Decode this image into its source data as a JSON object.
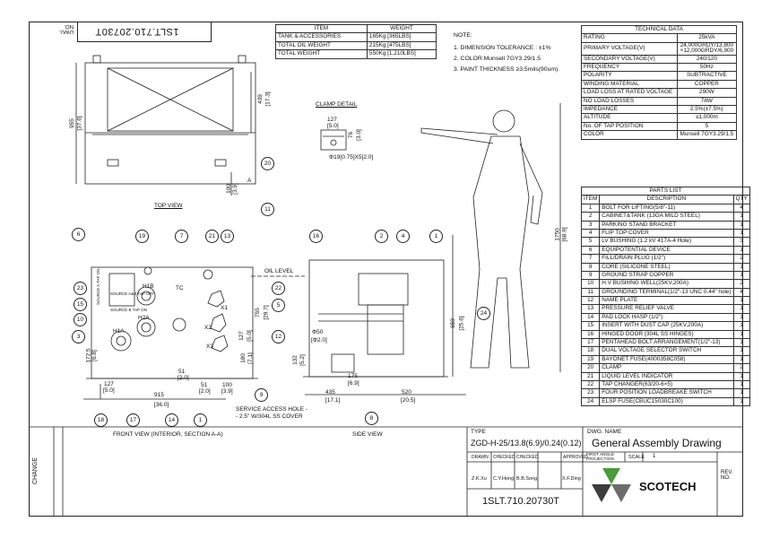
{
  "drawing_number": "1SLT.710.20730T",
  "dwg_no_label": "DWG. NO.",
  "weights": {
    "headers": [
      "ITEM",
      "WEIGHT"
    ],
    "rows": [
      [
        "TANK & ACCESSORIES",
        "165Kg [365LBS]"
      ],
      [
        "TOTAL OIL WEIGHT",
        "215Kg [475LBS]"
      ],
      [
        "TOTAL WEIGHT",
        "550Kg [1,210LBS]"
      ]
    ]
  },
  "notes": {
    "title": "NOTE:",
    "items": [
      "1. DIMENSION TOLERANCE : ±1%",
      "2. COLOR:Munsell 7GY3.29/1.5",
      "3. PAINT THICKNESS  ≥3.5mils(90um)."
    ]
  },
  "technical": {
    "title": "TECHNICAL DATA",
    "rows": [
      [
        "RATING",
        "25kVA"
      ],
      [
        "PRIMARY VOLTAGE(V)",
        "24,000GRDY/13,800\n×12,000GRDY/6,900"
      ],
      [
        "SECONDARY VOLTAGE(V)",
        "240/120"
      ],
      [
        "FREQUENCY",
        "50Hz"
      ],
      [
        "POLARITY",
        "SUBTRACTIVE"
      ],
      [
        "WINDING MATERIAL",
        "COPPER"
      ],
      [
        "LOAD LOSS AT RATED VOLTAGE",
        "290W"
      ],
      [
        "NO LOAD LOSSES",
        "78W"
      ],
      [
        "IMPEDANCE",
        "2.5%(±7.5%)"
      ],
      [
        "ALTITUDE",
        "≤1,000m"
      ],
      [
        "No. OF TAP POSITION",
        "5"
      ],
      [
        "COLOR",
        "Munsell 7GY3.29/1.5"
      ]
    ]
  },
  "parts": {
    "title": "PARTS LIST",
    "headers": [
      "ITEM",
      "DESCRIPTION",
      "QTY"
    ],
    "rows": [
      [
        "1",
        "BOLT FOR LIFTING(5/8\"-11)",
        "4"
      ],
      [
        "2",
        "CABINET&TANK (13GA MILD STEEL)",
        "1"
      ],
      [
        "3",
        "PARKING STAND BRACKET",
        "1"
      ],
      [
        "4",
        "FLIP TOP COVER",
        "1"
      ],
      [
        "5",
        "LV BUSHING (1.2 kV  417A-4 Hole)",
        "3"
      ],
      [
        "6",
        "EQUIPOTENTIAL DEVICE",
        "1"
      ],
      [
        "7",
        "FILL/DRAIN PLUG (1/2\")",
        "2"
      ],
      [
        "8",
        "CORE (SILICONE STEEL)",
        "1"
      ],
      [
        "9",
        "GROUND STRAP COPPER",
        "1"
      ],
      [
        "10",
        "H.V BUSHING WELL(25KV,200A)",
        "2"
      ],
      [
        "11",
        "GROUNDING TERMINAL(1/2\"-13 UNC 0.44\" hole)",
        "4"
      ],
      [
        "12",
        "NAME PLATE",
        "1"
      ],
      [
        "13",
        "PRESSURE RELIEF VALVE",
        "1"
      ],
      [
        "14",
        "PAD LOCK HASP (1/2\")",
        "1"
      ],
      [
        "15",
        "INSERT WITH DUST CAP (25KV,200A)",
        "1"
      ],
      [
        "16",
        "HINGED DOOR (304L SS HINGES)",
        "1"
      ],
      [
        "17",
        "PENTAHEAD BOLT ARRANGEMENT(1/2\"-13)",
        "1"
      ],
      [
        "18",
        "DUAL VOLTAGE SELECTOR SWITCH",
        "1"
      ],
      [
        "19",
        "BAYONET FUSE(4000358C058)",
        "1"
      ],
      [
        "20",
        "CLAMP",
        "2"
      ],
      [
        "21",
        "LIQUID LEVEL INDICATOR",
        "1"
      ],
      [
        "22",
        "TAP CHANGER(63/20-6×5)",
        "1"
      ],
      [
        "23",
        "FOUR POSITION LOADBREAKE SWITCH",
        "1"
      ],
      [
        "24",
        "ELSP FUSE(CBUC15030C100)",
        "1"
      ]
    ]
  },
  "title_block": {
    "type_label": "TYPE",
    "type_value": "ZGD-H-25/13.8(6.9)/0.24(0.12)",
    "dwg_name_label": "DWG. NAME",
    "dwg_name": "General Assembly Drawing",
    "drawn": "DRAWN",
    "checked1": "CHECKED",
    "checked2": "CHECKED",
    "approved": "APPROVED",
    "drawn_by": "Z.K.Xu",
    "checked_by1": "C.Y.Hong",
    "checked_by2": "B.B.Song",
    "approved_by": "X.F.Ding",
    "projection": "FIRST ANGLE PROJECTION",
    "scale_label": "SCALE",
    "scale_value": "1",
    "rev_label": "REV. NO.",
    "change_label": "CHANGE",
    "logo_text": "SCOTECH"
  },
  "views": {
    "top": "TOP VIEW",
    "front": "FRONT VIEW (INTERIOR, SECTION A-A)",
    "side": "SIDE VIEW",
    "clamp": "CLAMP DETAIL",
    "oil_level": "OIL LEVEL",
    "service_hole": "SERVICE ACCESS HOLE -",
    "service_hole2": "- 2.5\" W/304L SS COVER"
  },
  "dims": {
    "d955": "955",
    "d376": "[37.6]",
    "d439": "439",
    "d173": "[17.3]",
    "d100": "100",
    "d39": "[3.9]",
    "d127": "127",
    "d50": "[5.0]",
    "d76": "76",
    "d30": "[3.0]",
    "d19": "Φ19[0.75]X5[2.0]",
    "d915": "915",
    "d360": "[36.0]",
    "d435": "435",
    "d171": "[17.1]",
    "d520": "520",
    "d205": "[20.5]",
    "d175": "175",
    "d69": "[6.9]",
    "d1750": "1750",
    "d689": "[68.9]",
    "d650": "650",
    "d256": "[25.6]",
    "d755": "755",
    "d297": "[29.7]",
    "d127b": "127",
    "d50b": "[5.0]",
    "d180": "180",
    "d71": "[7.1]",
    "d172": "172.5",
    "d68": "[6.8]",
    "d51": "51",
    "d20": "[2.0]",
    "d51b": "51",
    "d20b": "[2.0]",
    "d100b": "100",
    "d39b": "[3.9]",
    "d127c": "127",
    "d50c": "[5.0]",
    "d132": "132",
    "d52": "[5.2]",
    "phi50": "Φ50",
    "phi20": "[Φ2.0]",
    "a": "A",
    "h1a": "H1A",
    "h2a": "H2A",
    "h1b": "H1B",
    "tc": "TC",
    "x1": "X1",
    "x2": "X2",
    "x3": "X3",
    "sw1": "SOURCE A TAP ON",
    "sw2": "SOURCE A&B TAP OFF",
    "sw3": "SOURCE B TAP ON"
  },
  "balloons": [
    "20",
    "11",
    "6",
    "19",
    "7",
    "21",
    "13",
    "23",
    "15",
    "10",
    "3",
    "22",
    "5",
    "12",
    "18",
    "17",
    "14",
    "1",
    "9",
    "16",
    "2",
    "4",
    "1",
    "24",
    "8"
  ]
}
